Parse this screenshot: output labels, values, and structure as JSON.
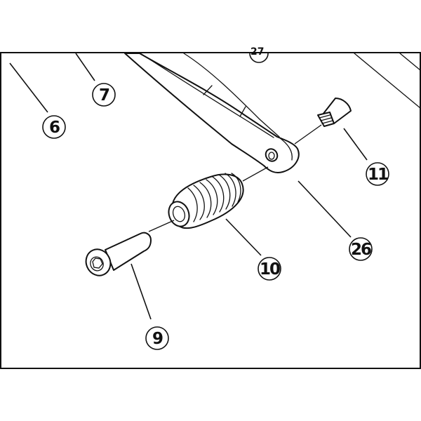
{
  "diagram": {
    "callouts": [
      {
        "id": "6",
        "label": "6"
      },
      {
        "id": "7",
        "label": "7"
      },
      {
        "id": "9",
        "label": "9"
      },
      {
        "id": "10",
        "label": "10"
      },
      {
        "id": "11",
        "label": "11"
      },
      {
        "id": "26",
        "label": "26"
      },
      {
        "id": "top",
        "label": "27"
      }
    ],
    "colors": {
      "line": "#111111",
      "background": "#ffffff"
    }
  }
}
